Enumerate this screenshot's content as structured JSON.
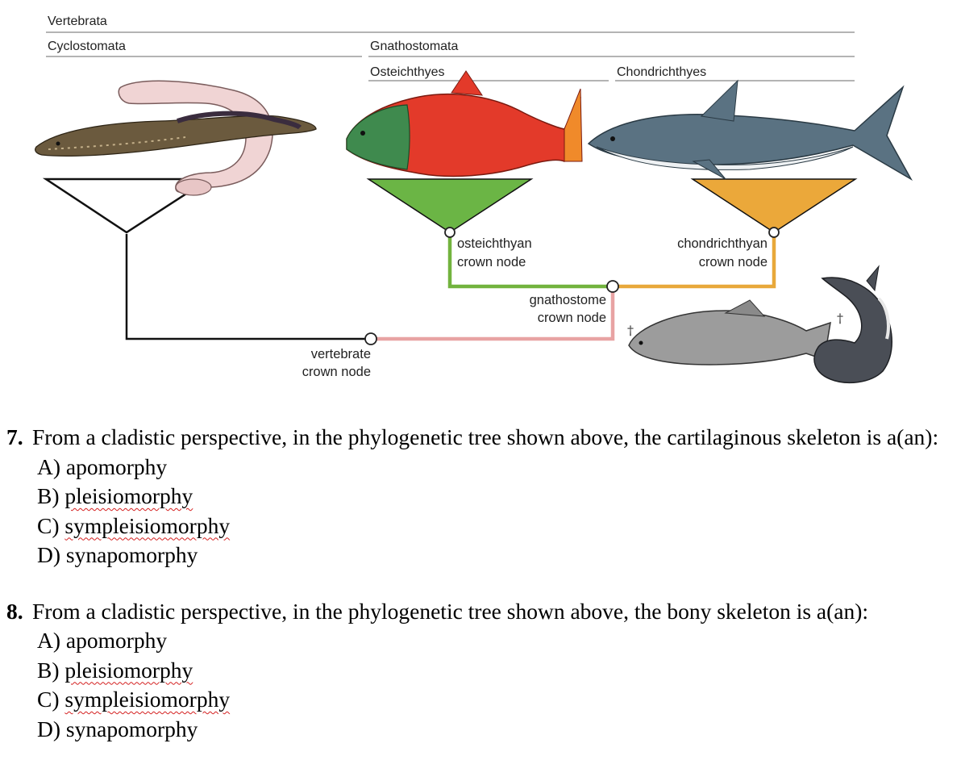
{
  "clade_labels": {
    "vertebrata": "Vertebrata",
    "cyclostomata": "Cyclostomata",
    "gnathostomata": "Gnathostomata",
    "osteichthyes": "Osteichthyes",
    "chondrichthyes": "Chondrichthyes"
  },
  "node_labels": {
    "osteichthyan_1": "osteichthyan",
    "osteichthyan_2": "crown node",
    "chondrichthyan_1": "chondrichthyan",
    "chondrichthyan_2": "crown node",
    "gnathostome_1": "gnathostome",
    "gnathostome_2": "crown node",
    "vertebrate_1": "vertebrate",
    "vertebrate_2": "crown node"
  },
  "extinct_marker": "†",
  "colors": {
    "osteichthyes_branch": "#72b33e",
    "chondrichthyes_branch": "#e8a83a",
    "gnathostome_branch": "#e8a3a3",
    "cyclostome_branch": "#000000"
  },
  "questions": [
    {
      "number": "7.",
      "text": "From a cladistic perspective, in the phylogenetic tree shown above, the cartilaginous skeleton is a(an):",
      "options": [
        {
          "letter": "A)",
          "text": "apomorphy"
        },
        {
          "letter": "B)",
          "text": "pleisiomorphy"
        },
        {
          "letter": "C)",
          "text": "sympleisiomorphy"
        },
        {
          "letter": "D)",
          "text": "synapomorphy"
        }
      ]
    },
    {
      "number": "8.",
      "text": "From a cladistic perspective, in the phylogenetic tree shown above, the bony skeleton is a(an):",
      "options": [
        {
          "letter": "A)",
          "text": "apomorphy"
        },
        {
          "letter": "B)",
          "text": "pleisiomorphy"
        },
        {
          "letter": "C)",
          "text": "sympleisiomorphy"
        },
        {
          "letter": "D)",
          "text": "synapomorphy"
        }
      ]
    }
  ]
}
